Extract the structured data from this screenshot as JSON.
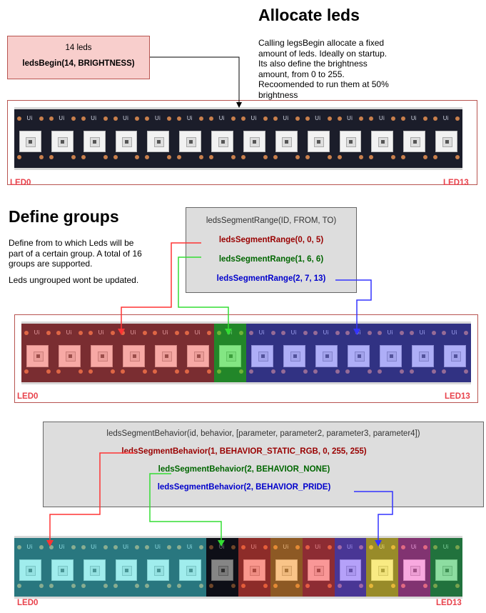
{
  "section1": {
    "title": "Allocate leds",
    "description": [
      "Calling legsBegin allocate a fixed amount of leds. Ideally on startup. Its also define the brightness amount, from 0 to 255. Recoomended to run them at 50% brightness"
    ],
    "box_line1": "14 leds",
    "box_line2": "ledsBegin(14, BRIGHTNESS)",
    "led_start": "LED0",
    "led_end": "LED13"
  },
  "section2": {
    "title": "Define groups",
    "description": [
      "Define from to which Leds will be part of a certain group. A total of 16 groups are supported.",
      "Leds ungrouped wont be updated."
    ],
    "box_header": "ledsSegmentRange(ID, FROM, TO)",
    "ranges": [
      "ledsSegmentRange(0, 0, 5)",
      "ledsSegmentRange(1, 6, 6)",
      "ledsSegmentRange(2, 7, 13)"
    ],
    "led_start": "LED0",
    "led_end": "LED13"
  },
  "section3": {
    "box_header": "ledsSegmentBehavior(id, behavior, [parameter, parameter2, parameter3, parameter4])",
    "behaviors": [
      "ledsSegmentBehavior(1, BEHAVIOR_STATIC_RGB, 0, 255, 255)",
      "ledsSegmentBehavior(2, BEHAVIOR_NONE)",
      "ledsSegmentBehavior(2, BEHAVIOR_PRIDE)"
    ],
    "led_start": "LED0",
    "led_end": "LED13"
  },
  "strip_ui_mark": "Ui",
  "colors": {
    "red": "#ff3333",
    "green": "#33dd33",
    "blue": "#3333ff",
    "dark_red": "#990000",
    "dark_green": "#006600",
    "dark_blue": "#0000cc",
    "frame_red": "#b85450",
    "pink_fill": "#f8cecc",
    "grey_fill": "#dddddd"
  }
}
